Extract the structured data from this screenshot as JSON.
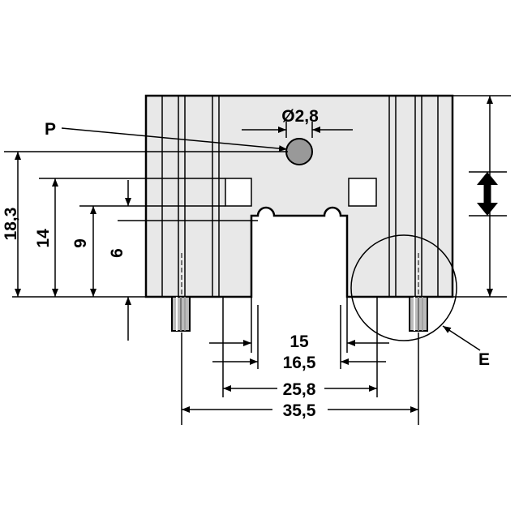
{
  "labels": {
    "hole_label": "P",
    "detail_label": "E",
    "hole_diameter": "Ø2,8"
  },
  "dimensions": {
    "height_total": "18,3",
    "height_14": "14",
    "height_9": "9",
    "height_6": "6",
    "width_15": "15",
    "width_16_5": "16,5",
    "width_25_8": "25,8",
    "width_35_5": "35,5"
  },
  "colors": {
    "body_fill": "#e8e8e8",
    "hole_fill": "#999999",
    "stroke": "#000000"
  }
}
